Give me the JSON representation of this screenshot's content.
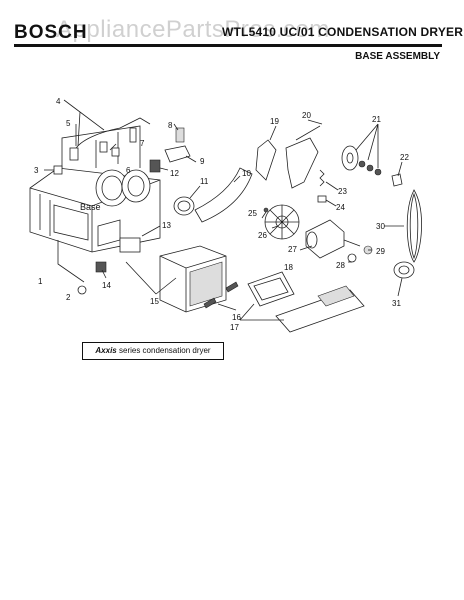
{
  "header": {
    "brand": "BOSCH",
    "model_title": "WTL5410 UC/01 CONDENSATION DRYER",
    "section_title": "BASE ASSEMBLY",
    "watermark": "AppliancePartsPros.com"
  },
  "diagram": {
    "base_label": "Base",
    "callouts": [
      "1",
      "2",
      "3",
      "4",
      "5",
      "6",
      "7",
      "8",
      "9",
      "10",
      "11",
      "12",
      "13",
      "14",
      "15",
      "16",
      "17",
      "18",
      "19",
      "20",
      "21",
      "22",
      "23",
      "24",
      "25",
      "26",
      "27",
      "28",
      "29",
      "30",
      "31"
    ],
    "caption_brand": "Axxis",
    "caption_text": " series condensation dryer"
  },
  "colors": {
    "ink": "#111111",
    "watermark": "#9a9a9a",
    "background": "#ffffff"
  }
}
